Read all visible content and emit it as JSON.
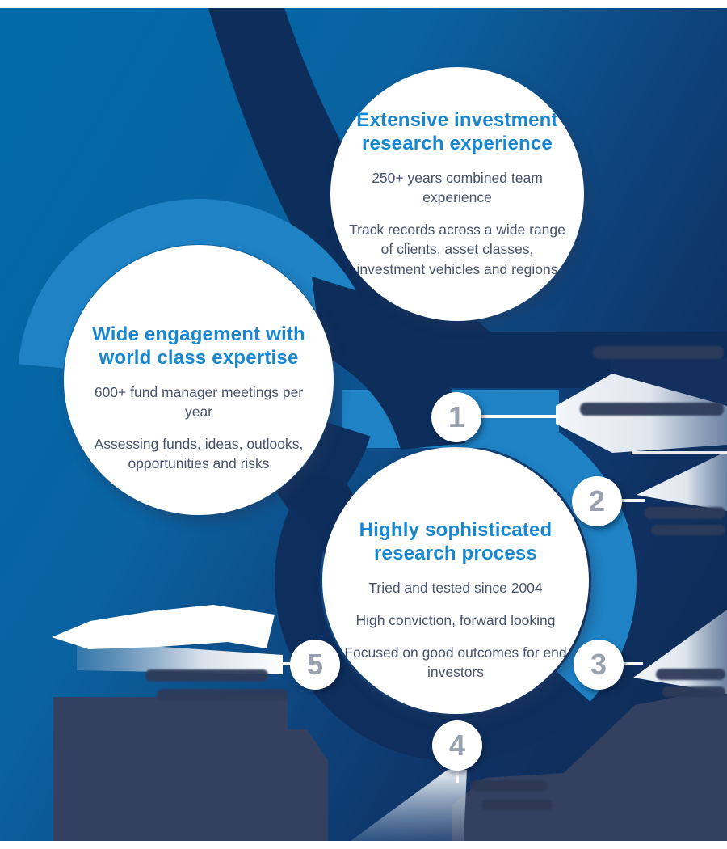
{
  "diagram": {
    "circles": [
      {
        "id": "top",
        "title": "Extensive investment research experience",
        "points": [
          "250+ years combined team experience",
          "Track records across a wide range of clients, asset classes, investment vehicles and regions"
        ]
      },
      {
        "id": "left",
        "title": "Wide engagement with world class expertise",
        "points": [
          "600+ fund manager meetings per year",
          "Assessing funds, ideas, outlooks, opportunities and risks"
        ]
      },
      {
        "id": "center",
        "title": "Highly sophisticated research process",
        "points": [
          "Tried and tested since 2004",
          "High conviction, forward looking",
          "Focused on good outcomes for end investors"
        ]
      }
    ],
    "steps": [
      {
        "number": "1"
      },
      {
        "number": "2"
      },
      {
        "number": "3"
      },
      {
        "number": "4"
      },
      {
        "number": "5"
      }
    ],
    "colors": {
      "accent_title": "#1787d1",
      "body_text": "#46536d",
      "ribbon_light": "#1e82c4",
      "ribbon_navy": "#0d2d5b",
      "background_top_left": "#0169a8",
      "background_bottom_right": "#0e2b55",
      "step_number": "#98a1ad",
      "slate_block": "#344060"
    }
  }
}
